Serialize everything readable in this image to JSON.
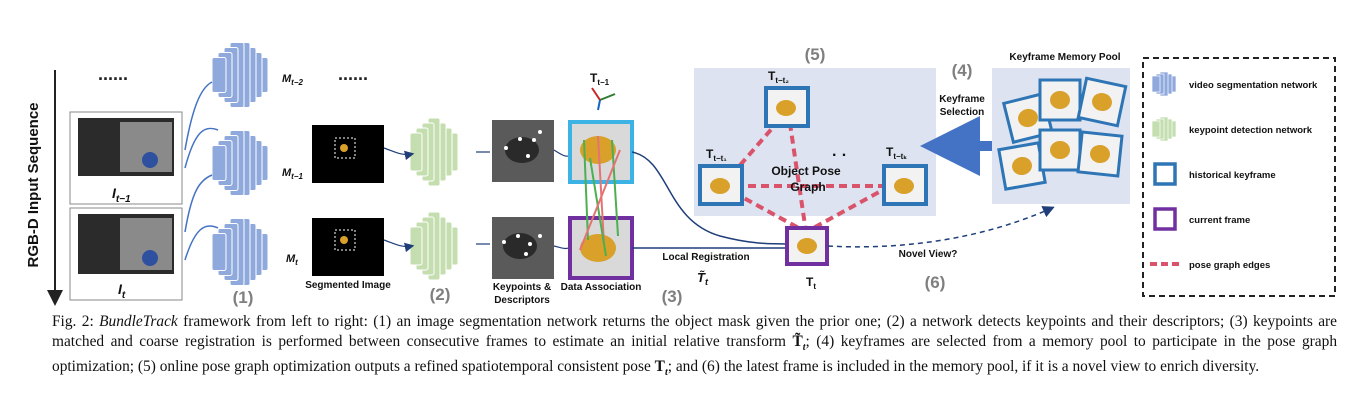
{
  "figure": {
    "side_label": "RGB-D Input Sequence",
    "ellipsis": "......",
    "frame_labels": {
      "prev": "I",
      "prev_sub": "t−1",
      "curr": "I",
      "curr_sub": "t"
    },
    "mask_labels": {
      "m2": "M",
      "m2_sub": "t−2",
      "m1": "M",
      "m1_sub": "t−1",
      "m0": "M",
      "m0_sub": "t"
    },
    "stage_labels": {
      "segmented_image": "Segmented Image",
      "keypoints_line1": "Keypoints &",
      "keypoints_line2": "Descriptors",
      "data_association": "Data Association",
      "local_registration": "Local Registration",
      "local_reg_symbol": "T̃",
      "local_reg_sub": "t",
      "pose_t": "T",
      "pose_t_sub": "t",
      "pose_prev": "T",
      "pose_prev_sub": "t−1",
      "graph_line1": "Object Pose",
      "graph_line2": "Graph",
      "node_t1": "T",
      "node_t1_sub": "t−t₁",
      "node_t2": "T",
      "node_t2_sub": "t−t₂",
      "node_tk": "T",
      "node_tk_sub": "t−tₖ",
      "keyframe_selection_line1": "Keyframe",
      "keyframe_selection_line2": "Selection",
      "memory_pool": "Keyframe Memory Pool",
      "novel_view": "Novel View?"
    },
    "step_numbers": [
      "(1)",
      "(2)",
      "(3)",
      "(4)",
      "(5)",
      "(6)"
    ],
    "legend": [
      {
        "label": "video segmentation network",
        "icon": "blue-network-icon"
      },
      {
        "label": "keypoint detection network",
        "icon": "green-network-icon"
      },
      {
        "label": "historical keyframe",
        "icon": "blue-square-icon"
      },
      {
        "label": "current frame",
        "icon": "purple-square-icon"
      },
      {
        "label": "pose graph edges",
        "icon": "dashed-pink-line-icon"
      }
    ],
    "colors": {
      "seg_net": "#8fa9dd",
      "kp_net": "#c4deb0",
      "keyframe": "#2e75b6",
      "current": "#7030a0",
      "edge": "#d9536b",
      "panel": "#dde3f0",
      "step_number": "#7f7f7f"
    }
  },
  "caption": {
    "prefix": "Fig. 2: ",
    "name": "BundleTrack",
    "body1": " framework from left to right: (1) an image segmentation network returns the object mask given the prior one; (2) a network detects keypoints and their descriptors; (3) keypoints are matched and coarse registration is performed between consecutive frames to estimate an initial relative transform ",
    "sym1": "T̃",
    "sym1_sub": "t",
    "body2": "; (4) keyframes are selected from a memory pool to participate in the pose graph optimization; (5) online pose graph optimization outputs a refined spatiotemporal consistent pose ",
    "sym2": "T",
    "sym2_sub": "t",
    "body3": "; and (6) the latest frame is included in the memory pool, if it is a novel view to enrich diversity."
  }
}
